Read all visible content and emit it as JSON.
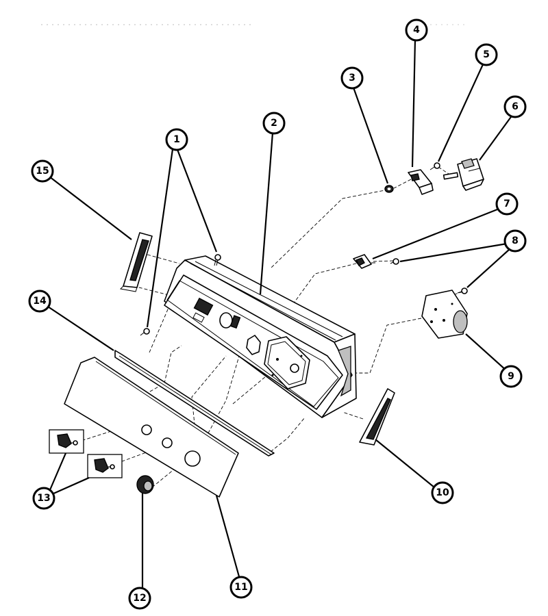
{
  "colors": {
    "ink": "#000000",
    "paper": "#ffffff",
    "shade": "#bfbfbf"
  },
  "callouts": [
    {
      "id": "c1",
      "label": "1"
    },
    {
      "id": "c2",
      "label": "2"
    },
    {
      "id": "c3",
      "label": "3"
    },
    {
      "id": "c4",
      "label": "4"
    },
    {
      "id": "c5",
      "label": "5"
    },
    {
      "id": "c6",
      "label": "6"
    },
    {
      "id": "c7",
      "label": "7"
    },
    {
      "id": "c8",
      "label": "8"
    },
    {
      "id": "c9",
      "label": "9"
    },
    {
      "id": "c10",
      "label": "10"
    },
    {
      "id": "c11",
      "label": "11"
    },
    {
      "id": "c12",
      "label": "12"
    },
    {
      "id": "c13",
      "label": "13"
    },
    {
      "id": "c14",
      "label": "14"
    },
    {
      "id": "c15",
      "label": "15"
    }
  ]
}
